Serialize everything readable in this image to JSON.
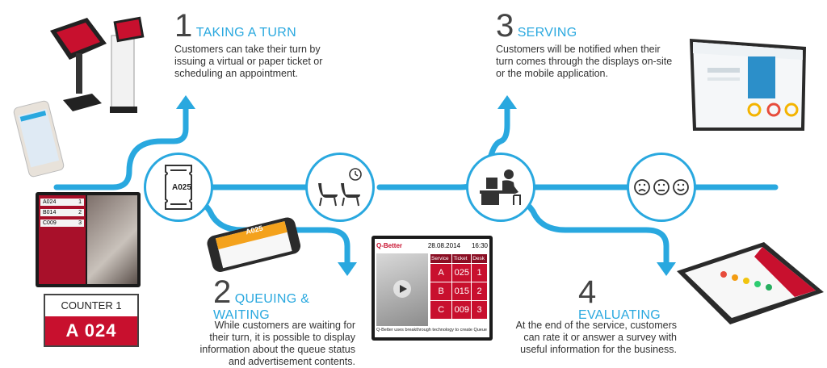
{
  "steps": [
    {
      "number": "1",
      "title": "TAKING A TURN",
      "desc": [
        "Customers can take their turn by",
        "issuing a virtual or paper ticket or",
        "scheduling an appointment."
      ]
    },
    {
      "number": "2",
      "title": "QUEUING & WAITING",
      "desc": [
        "While customers are waiting for",
        "their turn, it is possible to display",
        "information about the queue status",
        "and advertisement contents."
      ]
    },
    {
      "number": "3",
      "title": "SERVING",
      "desc": [
        "Customers will be notified when their",
        "turn comes through the displays on-site",
        "or the mobile application."
      ]
    },
    {
      "number": "4",
      "title": "EVALUATING",
      "desc": [
        "At the end of the service, customers",
        "can rate it or answer a survey with",
        "useful information for the business."
      ]
    }
  ],
  "ticket_label": "A025",
  "counter": {
    "label": "COUNTER 1",
    "number": "A 024"
  },
  "phone_ticket": "A025",
  "display": {
    "brand": "Q-Better",
    "date": "28.08.2014",
    "time": "16:30",
    "headers": [
      "Service",
      "Ticket",
      "Desk"
    ],
    "rows": [
      [
        "A",
        "025",
        "1"
      ],
      [
        "B",
        "015",
        "2"
      ],
      [
        "C",
        "009",
        "3"
      ]
    ],
    "ticker": "Q-Better uses breakthrough technology to create Queue Mana"
  },
  "left_tv_rows": [
    [
      "A024",
      "1"
    ],
    [
      "B014",
      "2"
    ],
    [
      "C009",
      "3"
    ]
  ],
  "colors": {
    "accent": "#29a8df",
    "red": "#c8102e",
    "dark": "#222222"
  }
}
